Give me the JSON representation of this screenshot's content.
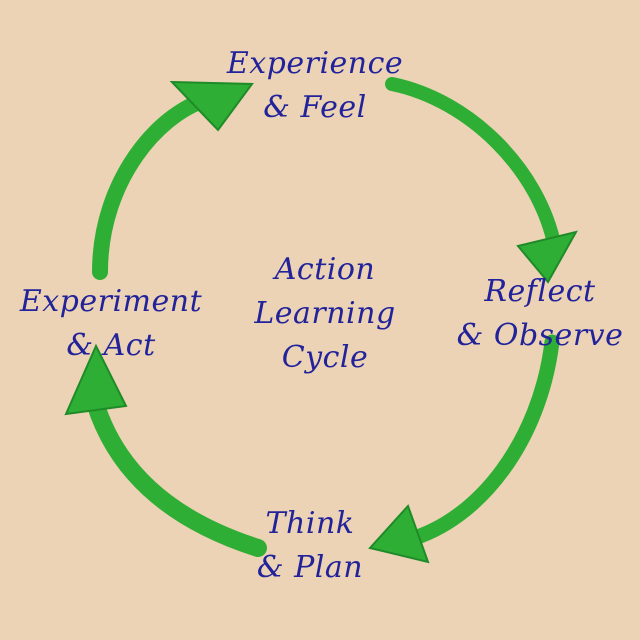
{
  "diagram": {
    "center_title": [
      "Action",
      "Learning",
      "Cycle"
    ],
    "nodes": {
      "top": [
        "Experience",
        "& Feel"
      ],
      "right": [
        "Reflect",
        "& Observe"
      ],
      "bottom": [
        "Think",
        "& Plan"
      ],
      "left": [
        "Experiment",
        "& Act"
      ]
    },
    "colors": {
      "background": "#ecd3b5",
      "arrow": "#2fae35",
      "arrow_edge": "#1f8b28",
      "text": "#22239a"
    }
  }
}
